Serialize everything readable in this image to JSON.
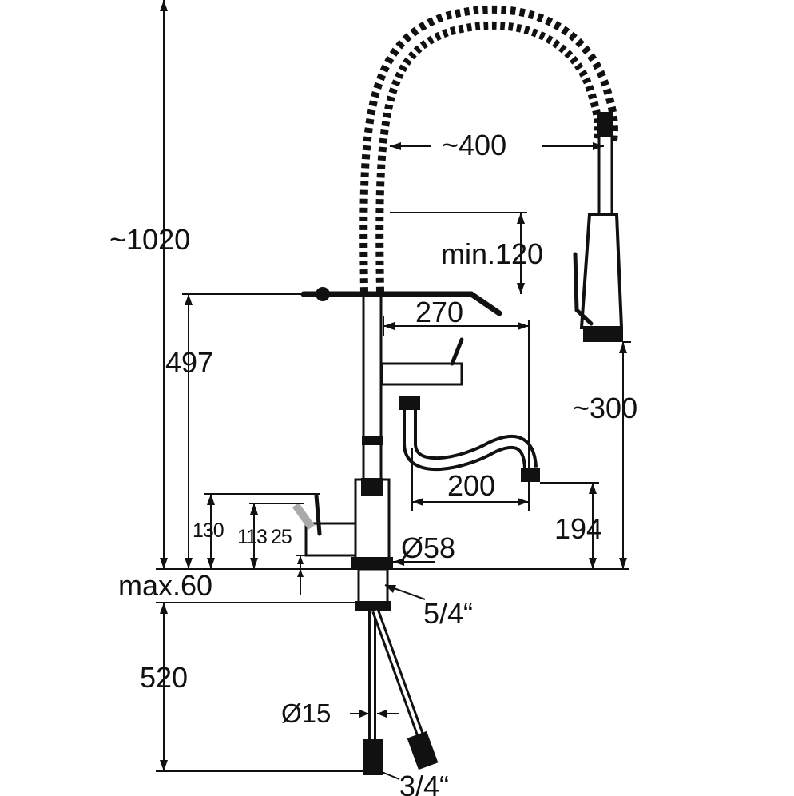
{
  "dimensions": {
    "total_height": "~1020",
    "hose_reach": "~400",
    "min_clearance": "min.120",
    "deck_to_arm": "497",
    "arm_length": "270",
    "spray_height": "~300",
    "spout_reach": "200",
    "spout_height": "194",
    "handle_height": "130",
    "lever_height": "113",
    "lever_offset": "25",
    "base_diameter": "Ø58",
    "max_deck": "max.60",
    "shank_thread": "5/4“",
    "hose_length": "520",
    "hose_diameter": "Ø15",
    "hose_thread": "3/4“"
  }
}
